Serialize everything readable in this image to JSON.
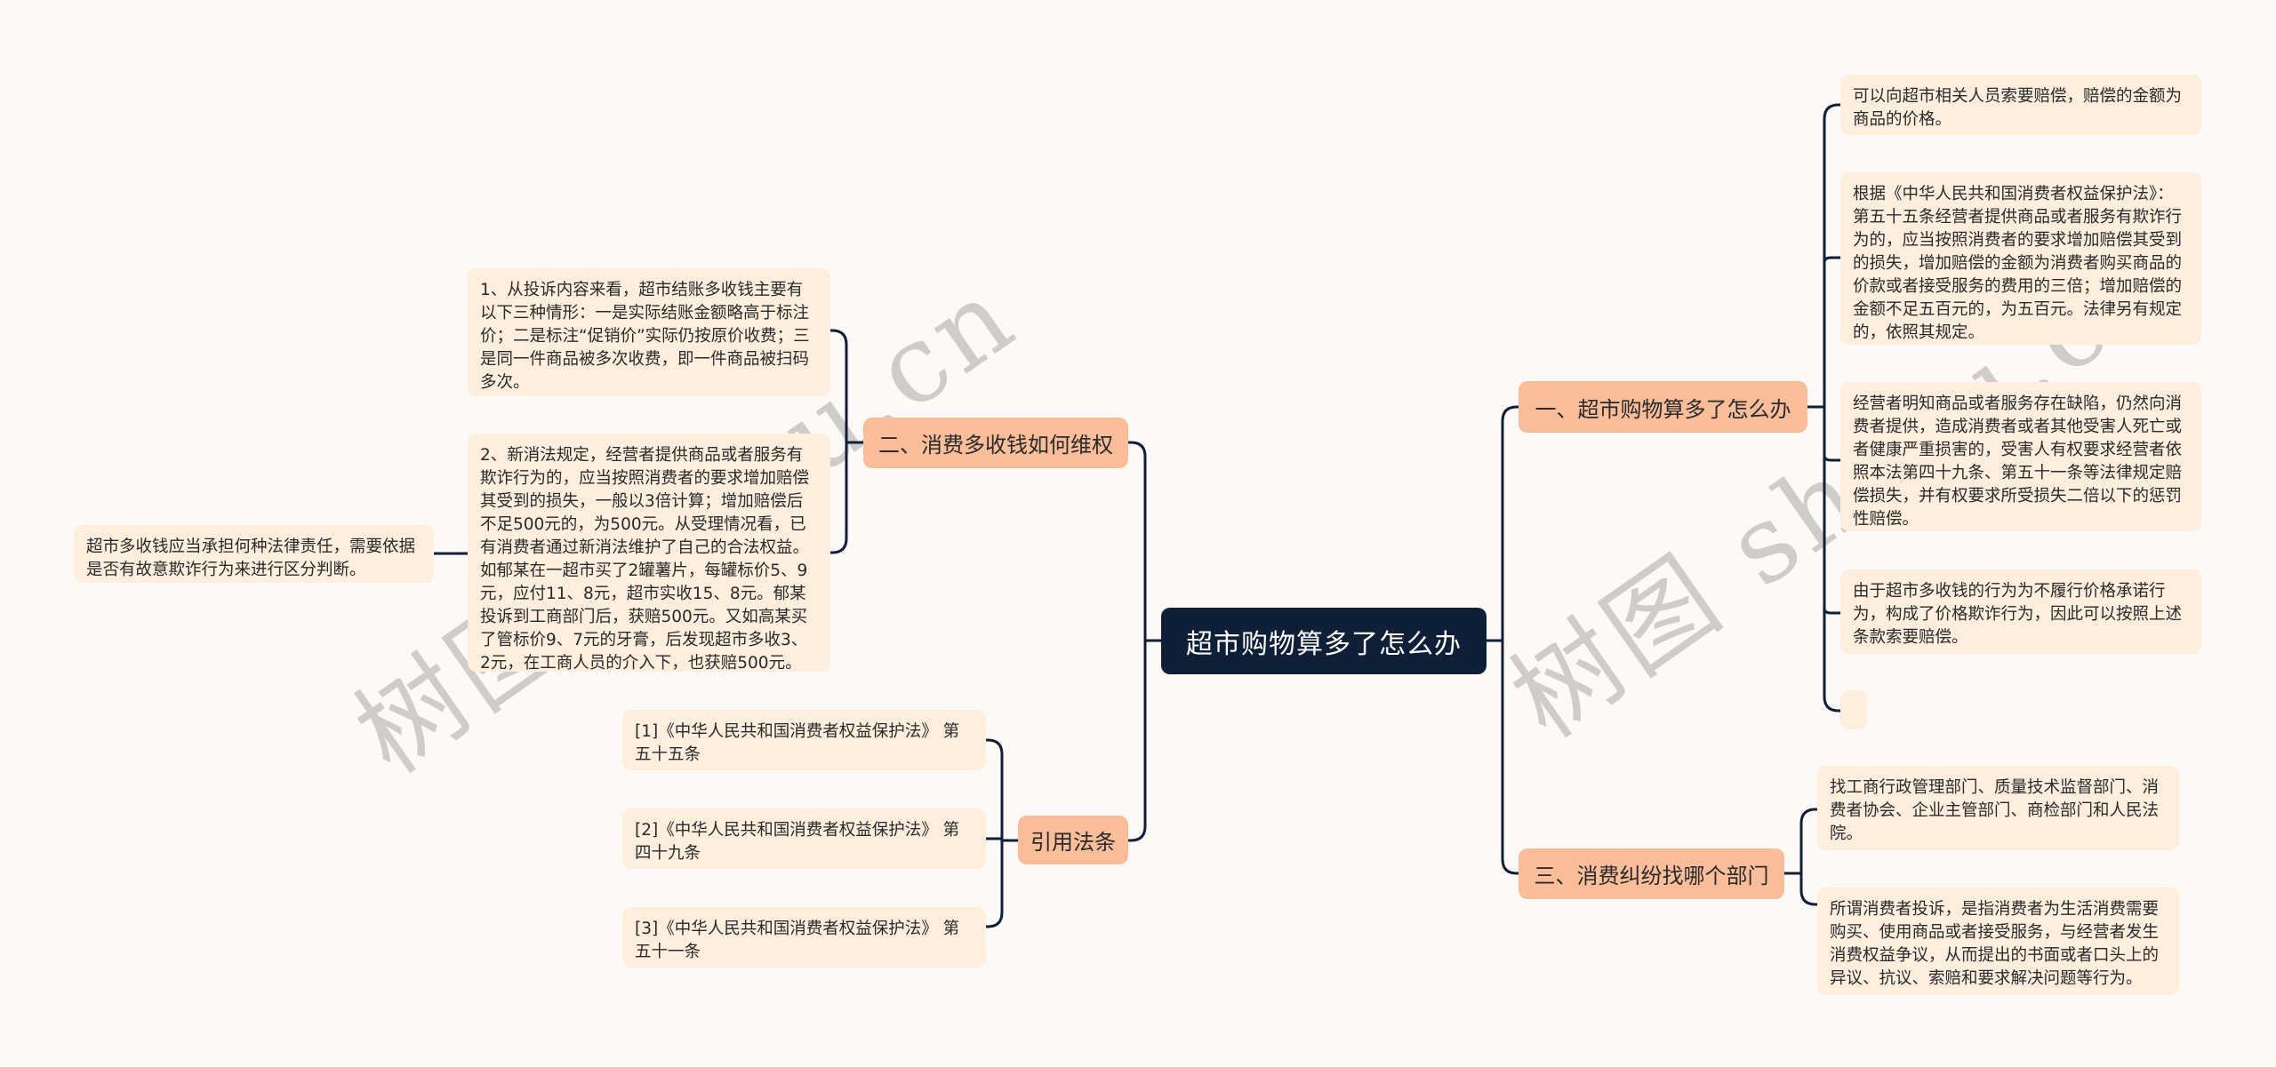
{
  "root": {
    "label": "超市购物算多了怎么办"
  },
  "branches": {
    "b1": {
      "label": "一、超市购物算多了怎么办",
      "children": [
        "可以向超市相关人员索要赔偿，赔偿的金额为商品的价格。",
        "根据《中华人民共和国消费者权益保护法》：第五十五条经营者提供商品或者服务有欺诈行为的，应当按照消费者的要求增加赔偿其受到的损失，增加赔偿的金额为消费者购买商品的价款或者接受服务的费用的三倍；增加赔偿的金额不足五百元的，为五百元。法律另有规定的，依照其规定。",
        "经营者明知商品或者服务存在缺陷，仍然向消费者提供，造成消费者或者其他受害人死亡或者健康严重损害的，受害人有权要求经营者依照本法第四十九条、第五十一条等法律规定赔偿损失，并有权要求所受损失二倍以下的惩罚性赔偿。",
        "由于超市多收钱的行为为不履行价格承诺行为，构成了价格欺诈行为，因此可以按照上述条款索要赔偿。",
        ""
      ]
    },
    "b2": {
      "label": "二、消费多收钱如何维权",
      "children": [
        "1、从投诉内容来看，超市结账多收钱主要有以下三种情形：一是实际结账金额略高于标注价；二是标注“促销价”实际仍按原价收费；三是同一件商品被多次收费，即一件商品被扫码多次。",
        "2、新消法规定，经营者提供商品或者服务有欺诈行为的，应当按照消费者的要求增加赔偿其受到的损失，一般以3倍计算；增加赔偿后不足500元的，为500元。从受理情况看，已有消费者通过新消法维护了自己的合法权益。如郁某在一超市买了2罐薯片，每罐标价5、9元，应付11、8元，超市实收15、8元。郁某投诉到工商部门后，获赔500元。又如高某买了管标价9、7元的牙膏，后发现超市多收3、2元，在工商人员的介入下，也获赔500元。"
      ],
      "grandchild": "超市多收钱应当承担何种法律责任，需要依据是否有故意欺诈行为来进行区分判断。"
    },
    "b3": {
      "label": "三、消费纠纷找哪个部门",
      "children": [
        "找工商行政管理部门、质量技术监督部门、消费者协会、企业主管部门、商检部门和人民法院。",
        "所谓消费者投诉，是指消费者为生活消费需要购买、使用商品或者接受服务，与经营者发生消费权益争议，从而提出的书面或者口头上的异议、抗议、索赔和要求解决问题等行为。"
      ]
    },
    "b4": {
      "label": "引用法条",
      "children": [
        "[1]《中华人民共和国消费者权益保护法》 第五十五条",
        "[2]《中华人民共和国消费者权益保护法》 第四十九条",
        "[3]《中华人民共和国消费者权益保护法》 第五十一条"
      ]
    }
  },
  "watermark": {
    "text": "树图 shutu.cn"
  },
  "colors": {
    "background": "#fdf9f7",
    "root_fill": "#0f1f38",
    "branch_fill": "#f9bd9a",
    "leaf_fill": "#fdeedd",
    "line": "#0f1f38"
  }
}
